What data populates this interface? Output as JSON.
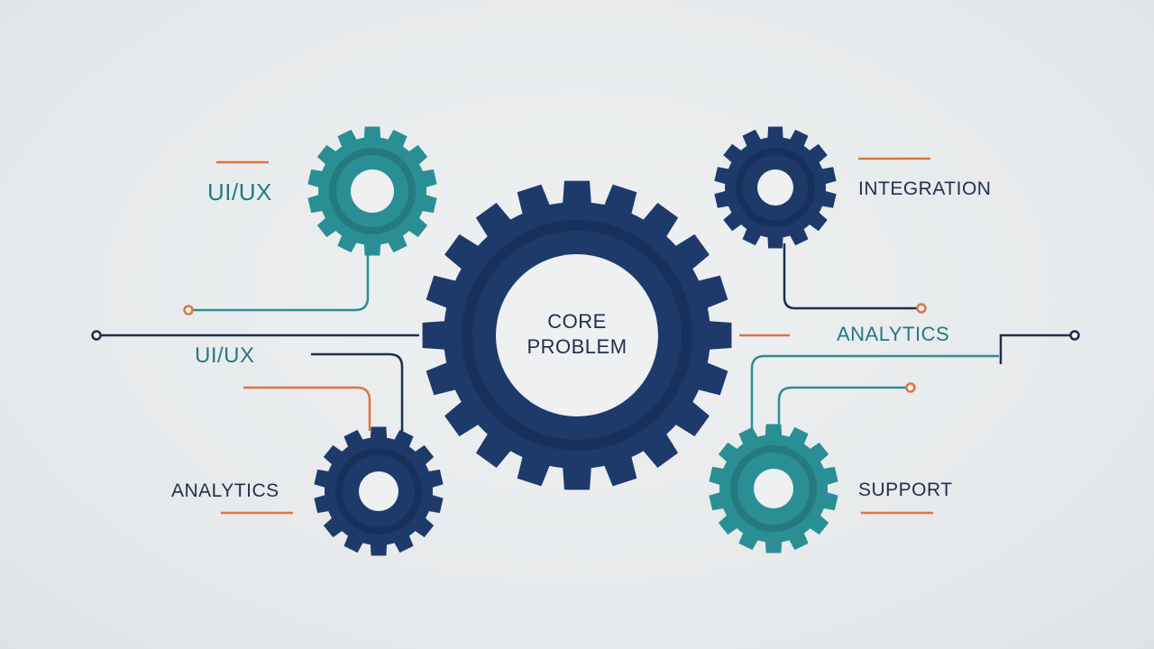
{
  "colors": {
    "navy": "#1e3a6b",
    "navy_dark": "#17315c",
    "teal": "#2a8f94",
    "teal_dark": "#237a80",
    "orange": "#e0743f",
    "line_navy": "#1f2d4a",
    "line_teal": "#2a8f94",
    "background": "#e8ebed",
    "center_fill": "#eef0f1"
  },
  "core": {
    "line1": "CORE",
    "line2": "PROBLEM"
  },
  "labels": {
    "uiux_top": "UI/UX",
    "uiux_mid": "UI/UX",
    "analytics_left": "ANALYTICS",
    "integration": "INTEGRATION",
    "analytics_right": "ANALYTICS",
    "support": "SUPPORT"
  },
  "icons": {
    "core_gear": "gear-icon",
    "uiux_gear": "gear-icon",
    "analytics_gear": "gear-icon",
    "integration_gear": "gear-icon",
    "support_gear": "gear-icon"
  }
}
